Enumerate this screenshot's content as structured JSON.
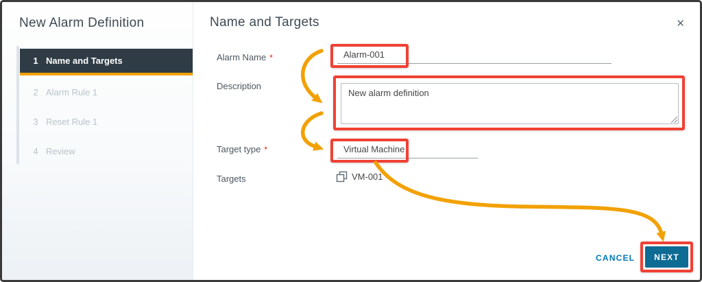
{
  "wizard": {
    "title": "New Alarm Definition",
    "steps": [
      {
        "number": "1",
        "label": "Name and Targets"
      },
      {
        "number": "2",
        "label": "Alarm Rule 1"
      },
      {
        "number": "3",
        "label": "Reset Rule 1"
      },
      {
        "number": "4",
        "label": "Review"
      }
    ]
  },
  "panel": {
    "title": "Name and Targets",
    "close_icon": "✕"
  },
  "form": {
    "alarm_name": {
      "label": "Alarm Name",
      "required": "*",
      "value": "Alarm-001"
    },
    "description": {
      "label": "Description",
      "value": "New alarm definition"
    },
    "target_type": {
      "label": "Target type",
      "required": "*",
      "value": "Virtual Machine"
    },
    "targets": {
      "label": "Targets",
      "value": "VM-001",
      "icon": "vm-icon"
    }
  },
  "footer": {
    "cancel_label": "CANCEL",
    "next_label": "NEXT"
  },
  "colors": {
    "accent_yellow": "#f2a104",
    "annotation_red": "#f04134",
    "active_step_bg": "#2f3c45",
    "primary_button": "#0d6b94",
    "link_blue": "#0079b8"
  }
}
